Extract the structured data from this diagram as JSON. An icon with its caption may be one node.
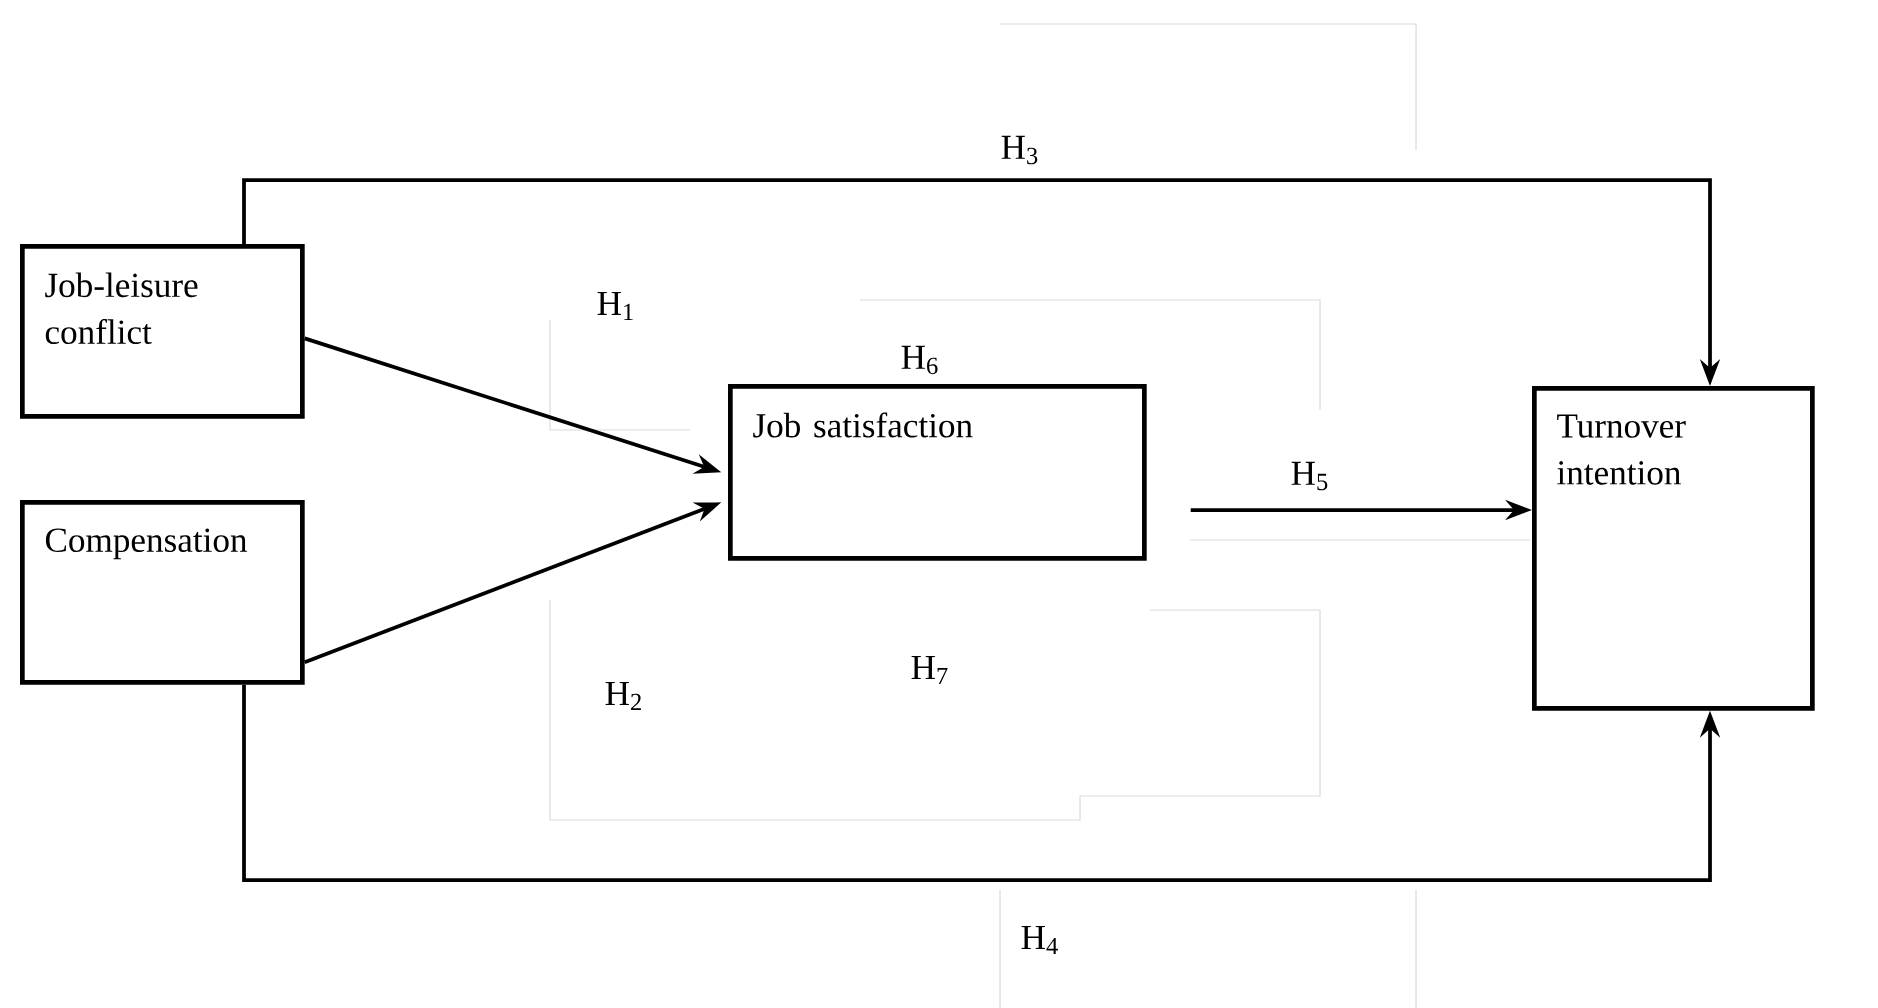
{
  "diagram": {
    "nodes": [
      {
        "text": [
          "Job-leisure conflict"
        ]
      },
      {
        "text": [
          "Compensation"
        ]
      },
      {
        "text": [
          "Job satisfaction"
        ]
      },
      {
        "text": [
          "Turnover intention"
        ]
      }
    ],
    "edges": [
      {
        "from": 0,
        "to": 3,
        "arrow": "to",
        "label": "H$_{3}$"
      },
      {
        "from": 0,
        "to": 2,
        "arrow": "to",
        "label": "H$_{1}$"
      },
      {
        "from": 1,
        "to": 2,
        "arrow": "to",
        "label": "H$_{2}$"
      },
      {
        "from": 2,
        "to": 3,
        "arrow": "to",
        "label": "H$_{5}$"
      },
      {
        "from": 1,
        "to": 3,
        "arrow": "to",
        "label": "H$_{4}$"
      }
    ],
    "labels": [
      "H$_{6}$",
      "H$_{7}$"
    ]
  }
}
